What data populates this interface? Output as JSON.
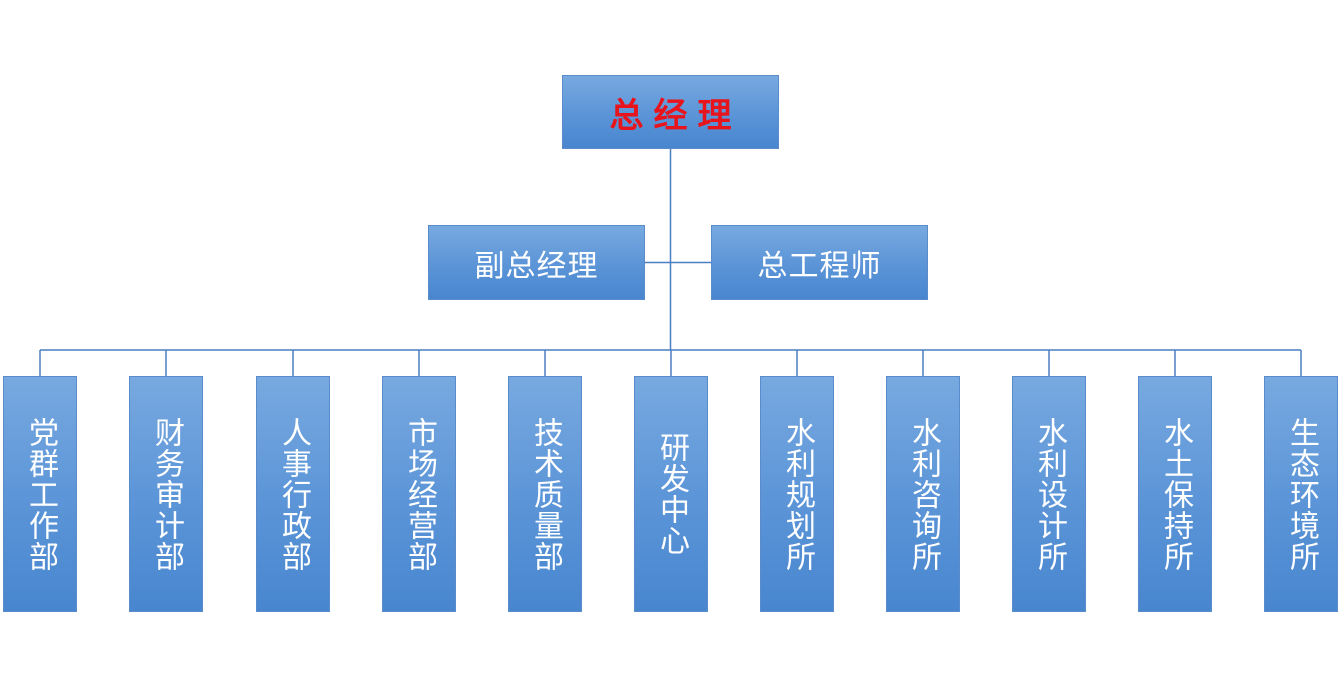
{
  "colors": {
    "ceo_text": "#e8141c",
    "box_top": "#78a9e0",
    "box_bottom": "#4886cf",
    "connector": "#4a7fc1"
  },
  "org": {
    "ceo": "总经理",
    "deputies": [
      "副总经理",
      "总工程师"
    ],
    "departments": [
      "党群工作部",
      "财务审计部",
      "人事行政部",
      "市场经营部",
      "技术质量部",
      "研发中心",
      "水利规划所",
      "水利咨询所",
      "水利设计所",
      "水土保持所",
      "生态环境所"
    ]
  }
}
